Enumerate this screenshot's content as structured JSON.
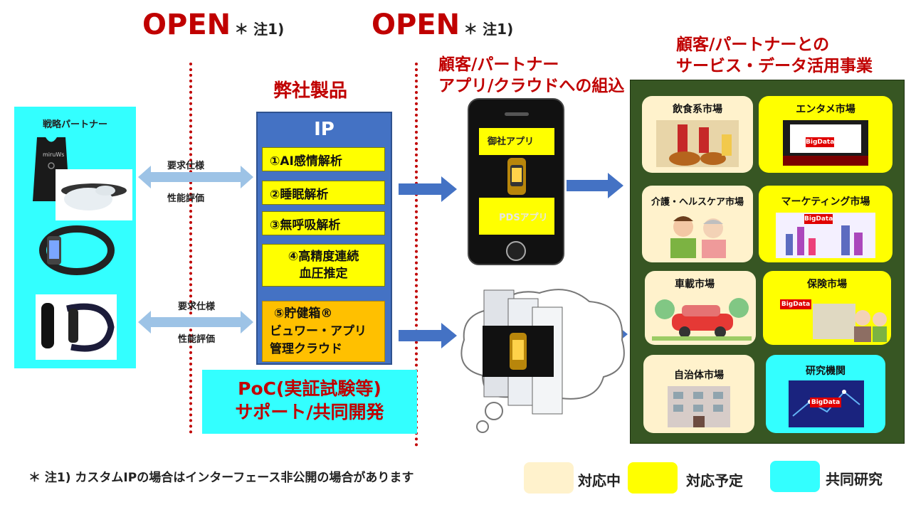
{
  "open_left": {
    "title": "OPEN",
    "note": "＊ 注1)"
  },
  "open_right": {
    "title": "OPEN",
    "note": "＊ 注1)"
  },
  "own_products": "弊社製品",
  "customer_app_heading": [
    "顧客/パートナー",
    "アプリ/クラウドへの組込"
  ],
  "customer_service_heading": [
    "顧客/パートナーとの",
    "サービス・データ活用事業"
  ],
  "partner": {
    "label": "戦略パートナー"
  },
  "arrows": {
    "top": {
      "label1": "要求仕様",
      "label2": "性能評価"
    },
    "bottom": {
      "label1": "要求仕様",
      "label2": "性能評価"
    }
  },
  "ip": {
    "title": "IP",
    "items": [
      {
        "text": "①AI感情解析"
      },
      {
        "text": "②睡眠解析"
      },
      {
        "text": "③無呼吸解析"
      },
      {
        "lines": [
          "④高精度連続",
          "血圧推定"
        ]
      },
      {
        "lines": [
          "⑤貯健箱®",
          "ビュワー・アプリ",
          "管理クラウド"
        ]
      }
    ]
  },
  "poc": [
    "PoC(実証試験等)",
    "サポート/共同開発"
  ],
  "phone": {
    "app_label": "御社アプリ",
    "pds_label": "PDSアプリ"
  },
  "markets": [
    {
      "label": "飲食系市場",
      "status": "cream"
    },
    {
      "label": "エンタメ市場",
      "status": "yellow",
      "badge": "BigData"
    },
    {
      "label": "介護・ヘルスケア市場",
      "status": "cream"
    },
    {
      "label": "マーケティング市場",
      "status": "yellow",
      "badge": "BigData"
    },
    {
      "label": "車載市場",
      "status": "cream"
    },
    {
      "label": "保険市場",
      "status": "yellow",
      "badge": "BigData"
    },
    {
      "label": "自治体市場",
      "status": "cream"
    },
    {
      "label": "研究機関",
      "status": "cyan",
      "badge": "BigData"
    }
  ],
  "footnote": "＊ 注1) カスタムIPの場合はインターフェース非公開の場合があります",
  "legend": [
    {
      "label": "対応中",
      "color": "#fff2cc"
    },
    {
      "label": "対応予定",
      "color": "#ffff00"
    },
    {
      "label": "共同研究",
      "color": "#33ffff"
    }
  ]
}
